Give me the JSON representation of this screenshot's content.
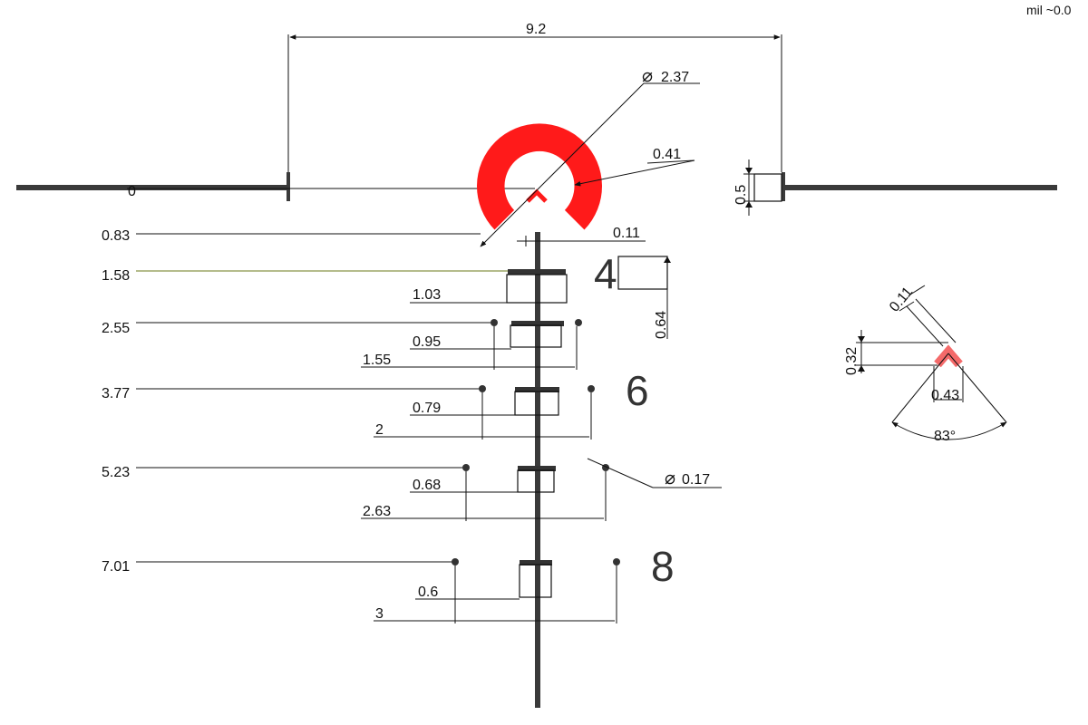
{
  "colors": {
    "ring": "#ff1a1a",
    "post": "#3a3a3a",
    "highlight": "#6b7a1a",
    "chevron_pink": "#f46a6a"
  },
  "top": {
    "span": "9.2",
    "ring_diameter": "2.37",
    "ring_width": "0.41",
    "zero": "0",
    "post_height": "0.5",
    "corner_text": "mil ~0.0"
  },
  "post": {
    "gap": "0.11"
  },
  "marks": [
    {
      "offset": "0.83"
    },
    {
      "offset": "1.58",
      "bar": "1.03",
      "number": "4",
      "number_height": "0.64"
    },
    {
      "offset": "2.55",
      "bar": "0.95",
      "span": "1.55"
    },
    {
      "offset": "3.77",
      "bar": "0.79",
      "span": "2",
      "number": "6"
    },
    {
      "offset": "5.23",
      "bar": "0.68",
      "span": "2.63",
      "dot_diameter": "0.17"
    },
    {
      "offset": "7.01",
      "bar": "0.6",
      "span": "3",
      "number": "8"
    }
  ],
  "chevron": {
    "width": "0.11",
    "height": "0.32",
    "span": "0.43",
    "angle": "83°"
  }
}
